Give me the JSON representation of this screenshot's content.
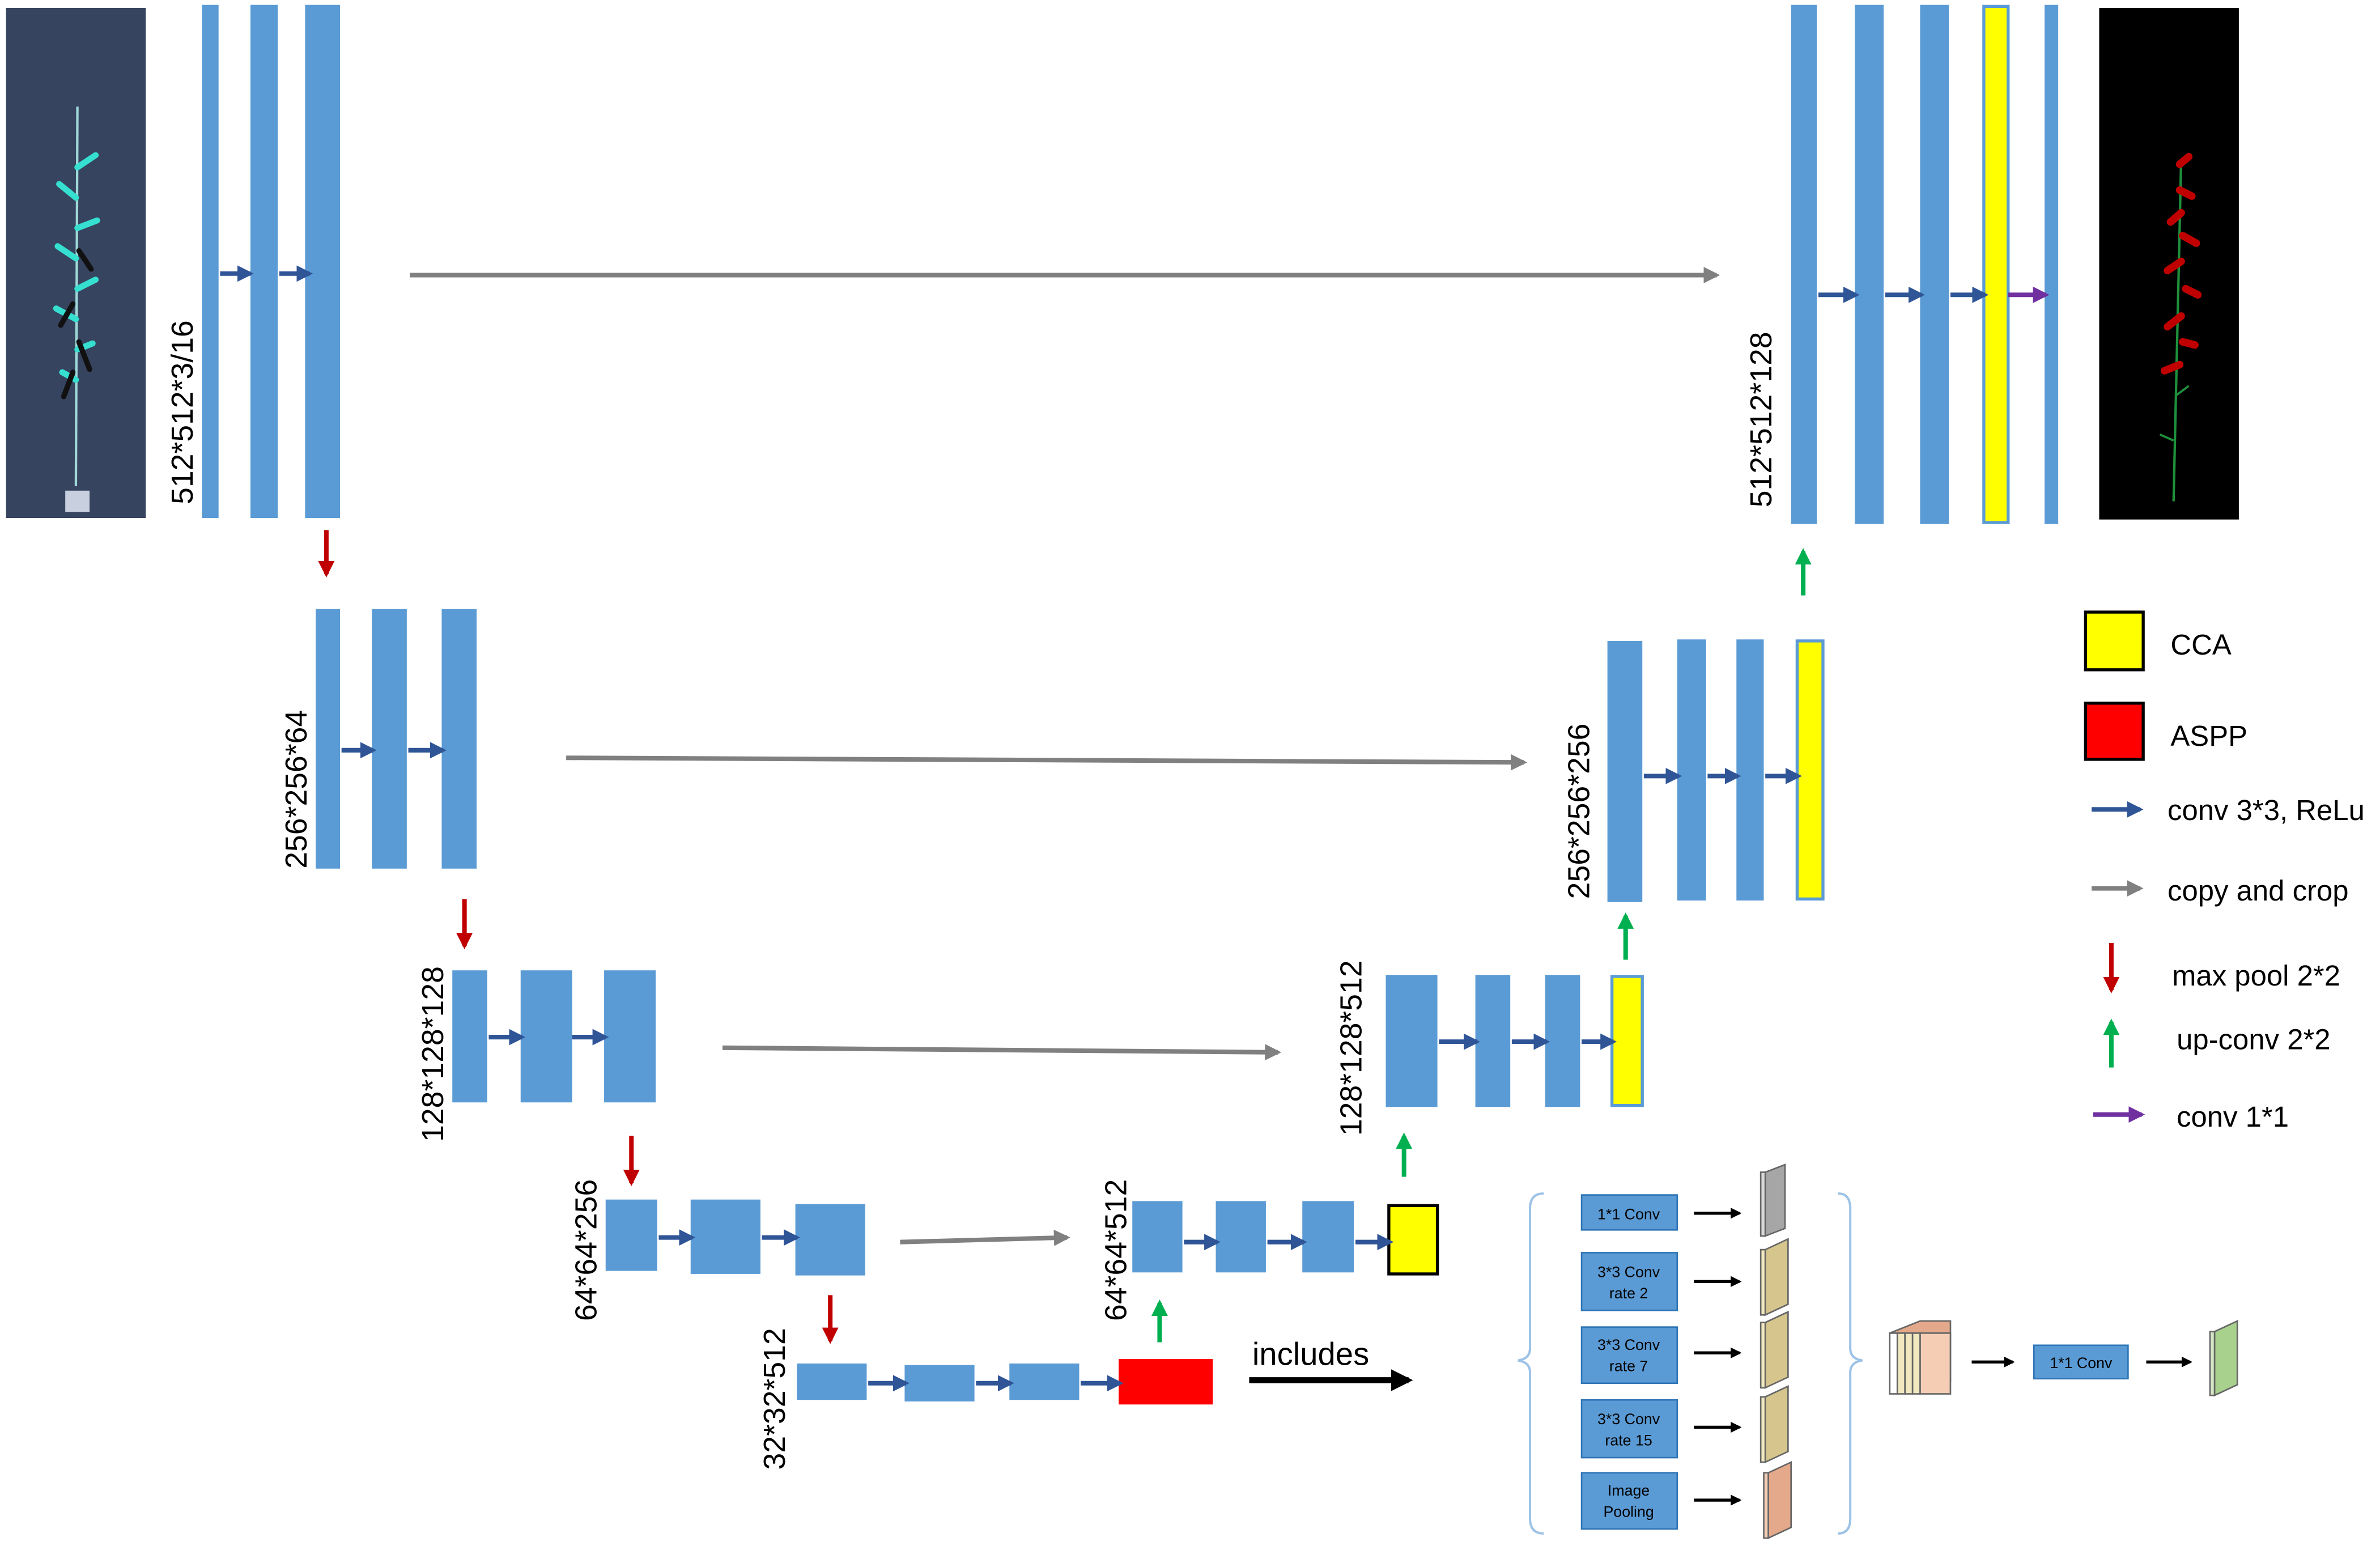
{
  "dimension_labels": {
    "enc1": "512*512*3/16",
    "enc2": "256*256*64",
    "enc3": "128*128*128",
    "enc4": "64*64*256",
    "bottleneck": "32*32*512",
    "dec4": "64*64*512",
    "dec3": "128*128*512",
    "dec2": "256*256*256",
    "dec1": "512*512*128"
  },
  "includes_label": "includes",
  "legend": {
    "cca": "CCA",
    "aspp": "ASPP",
    "conv": "conv 3*3, ReLu",
    "copy": "copy and crop",
    "maxpool": "max pool 2*2",
    "upconv": "up-conv 2*2",
    "conv1": "conv 1*1"
  },
  "aspp_detail": {
    "branch1": "1*1 Conv",
    "branch2_line1": "3*3 Conv",
    "branch2_line2": "rate  2",
    "branch3_line1": "3*3 Conv",
    "branch3_line2": "rate  7",
    "branch4_line1": "3*3 Conv",
    "branch4_line2": "rate  15",
    "branch5_line1": "Image",
    "branch5_line2": "Pooling",
    "final_conv": "1*1 Conv"
  },
  "colors": {
    "block": "#5b9bd5",
    "cca": "#ffff00",
    "aspp": "#ff0000",
    "conv_arrow": "#2f5597",
    "copy_arrow": "#808080",
    "maxpool_arrow": "#c00000",
    "upconv_arrow": "#00b050",
    "conv1_arrow": "#7030a0"
  }
}
